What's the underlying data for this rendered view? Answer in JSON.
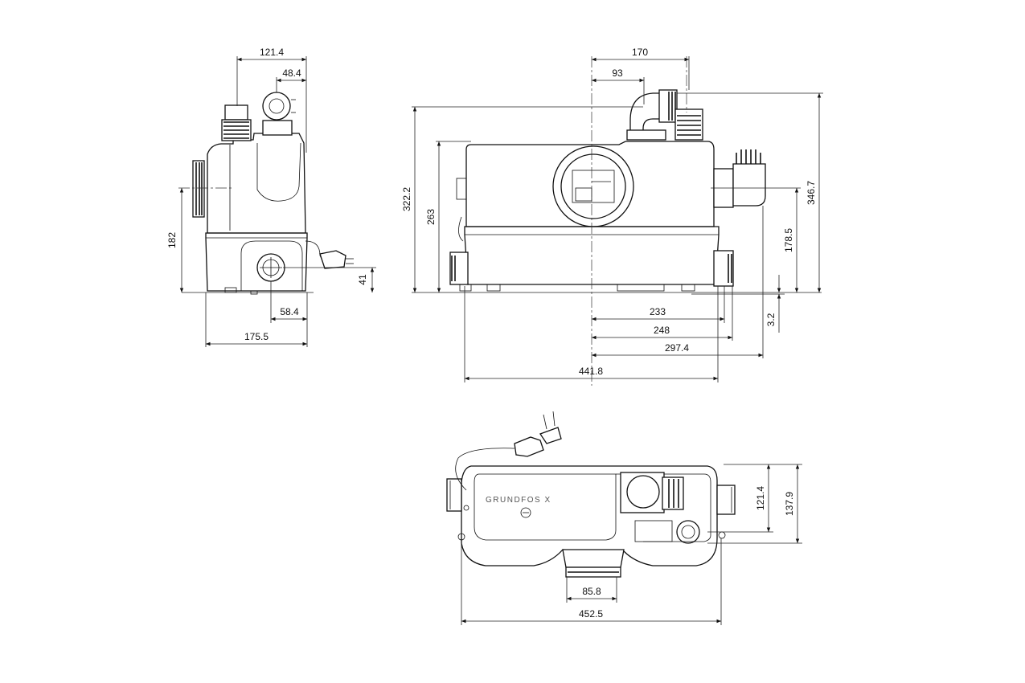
{
  "dimensions": {
    "side_top_width": "121.4",
    "side_outlet_offset": "48.4",
    "side_height": "182",
    "side_inlet_height": "41",
    "side_inlet_offset": "58.4",
    "side_depth": "175.5",
    "front_top_offset": "170",
    "front_vent_offset": "93",
    "front_total_height": "322.2",
    "front_body_height": "263",
    "front_outlet_height": "346.7",
    "front_side_inlet_height": "178.5",
    "front_foot_height": "3.2",
    "front_inlet_233": "233",
    "front_inlet_248": "248",
    "front_inlet_297": "297.4",
    "front_total_width": "441.8",
    "top_depth_inner": "121.4",
    "top_depth_total": "137.9",
    "top_inlet_width": "85.8",
    "top_total_width": "452.5"
  },
  "branding": {
    "logo": "GRUNDFOS X"
  }
}
